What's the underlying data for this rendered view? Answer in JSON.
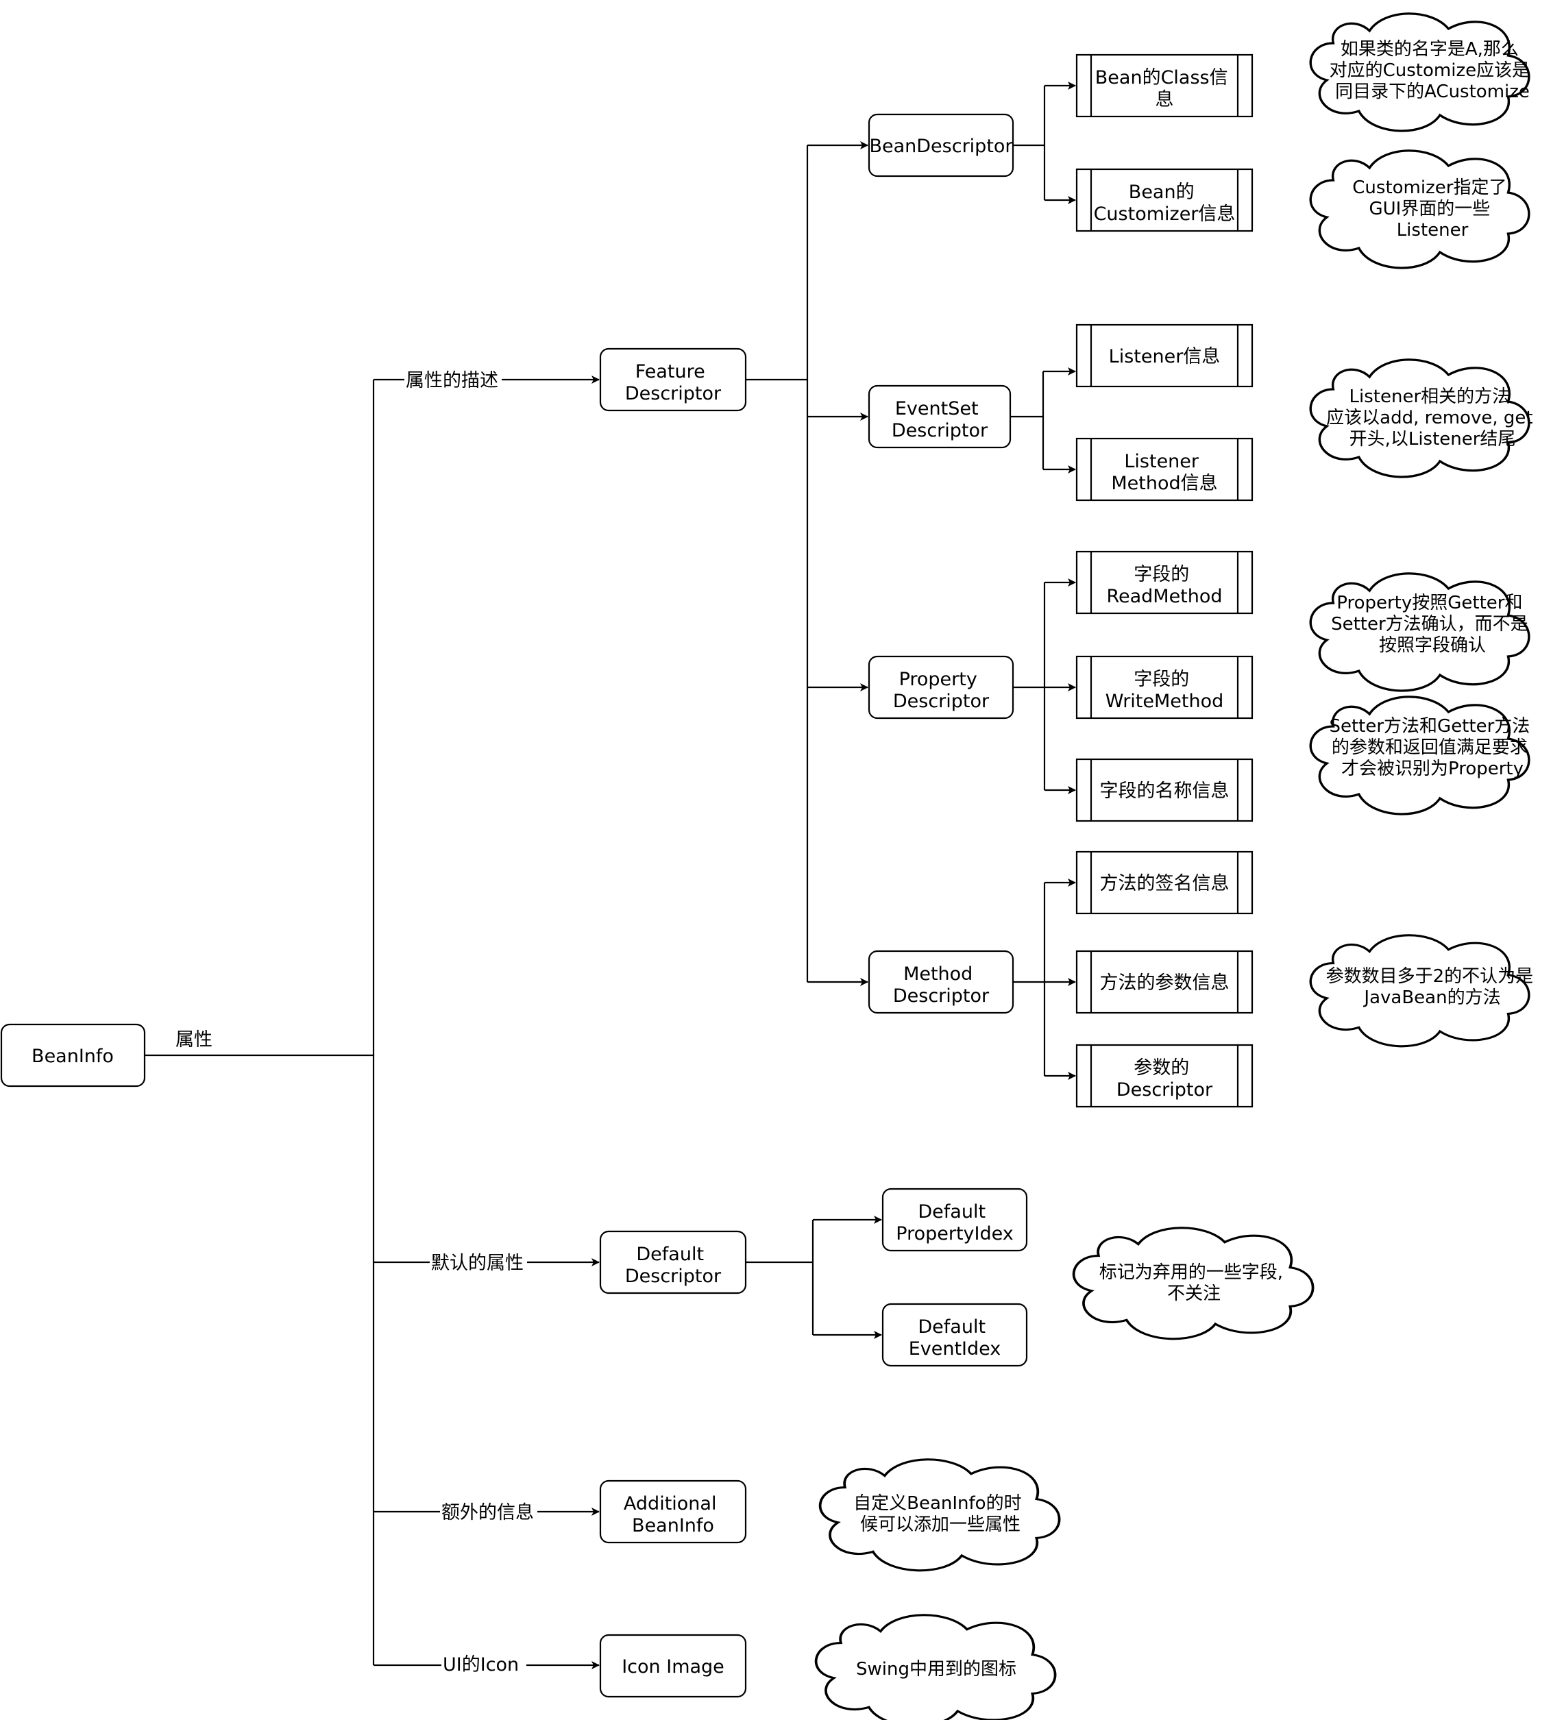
{
  "nodes": {
    "beaninfo": "BeanInfo",
    "feature_descriptor": [
      "Feature",
      "Descriptor"
    ],
    "bean_descriptor": "BeanDescriptor",
    "eventset_descriptor": [
      "EventSet",
      "Descriptor"
    ],
    "property_descriptor": [
      "Property",
      "Descriptor"
    ],
    "method_descriptor": [
      "Method",
      "Descriptor"
    ],
    "default_descriptor": [
      "Default",
      "Descriptor"
    ],
    "additional_beaninfo": [
      "Additional",
      "BeanInfo"
    ],
    "icon_image": "Icon Image",
    "default_propertyidex": [
      "Default",
      "PropertyIdex"
    ],
    "default_eventidex": [
      "Default",
      "EventIdex"
    ]
  },
  "leaves": {
    "bean_class_info": [
      "Bean的Class信",
      "息"
    ],
    "bean_customizer_info": [
      "Bean的",
      "Customizer信息"
    ],
    "listener_info": [
      "Listener信息"
    ],
    "listener_method_info": [
      "Listener",
      "Method信息"
    ],
    "field_readmethod": [
      "字段的",
      "ReadMethod"
    ],
    "field_writemethod": [
      "字段的",
      "WriteMethod"
    ],
    "field_name_info": [
      "字段的名称信息"
    ],
    "method_signature_info": [
      "方法的签名信息"
    ],
    "method_param_info": [
      "方法的参数信息"
    ],
    "param_descriptor": [
      "参数的",
      "Descriptor"
    ]
  },
  "edge_labels": {
    "attributes": "属性",
    "attribute_description": "属性的描述",
    "default_attributes": "默认的属性",
    "extra_info": "额外的信息",
    "ui_icon": "UI的Icon"
  },
  "notes": {
    "customize_naming": [
      "如果类的名字是A,那么",
      "对应的Customize应该是",
      "同目录下的ACustomize"
    ],
    "customizer_gui": [
      "Customizer指定了",
      "GUI界面的一些",
      "Listener"
    ],
    "listener_methods": [
      "Listener相关的方法",
      "应该以add, remove, get",
      "开头,以Listener结尾"
    ],
    "property_rule": [
      "Property按照Getter和",
      "Setter方法确认，而不是",
      "按照字段确认"
    ],
    "setter_getter_params": [
      "Setter方法和Getter方法",
      "的参数和返回值满足要求",
      "才会被识别为Property"
    ],
    "param_count_rule": [
      "参数数目多于2的不认为是",
      "JavaBean的方法"
    ],
    "deprecated_fields": [
      "标记为弃用的一些字段,",
      "不关注"
    ],
    "custom_beaninfo": [
      "自定义BeanInfo的时",
      "候可以添加一些属性"
    ],
    "swing_icons": [
      "Swing中用到的图标"
    ]
  }
}
